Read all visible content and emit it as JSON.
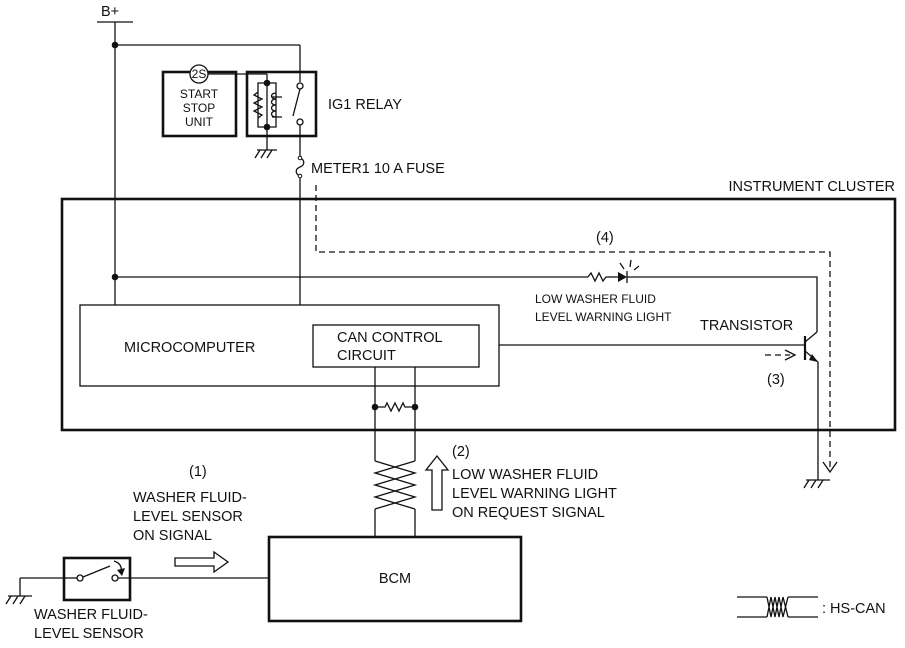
{
  "labels": {
    "bplus": "B+",
    "start_stop_badge": "2S",
    "start_stop_unit": [
      "START",
      "STOP",
      "UNIT"
    ],
    "ig1_relay": "IG1 RELAY",
    "meter_fuse": "METER1 10 A FUSE",
    "instrument_cluster": "INSTRUMENT CLUSTER",
    "step4": "(4)",
    "warning_light": [
      "LOW WASHER FLUID",
      "LEVEL WARNING LIGHT"
    ],
    "microcomputer": "MICROCOMPUTER",
    "can_control": [
      "CAN CONTROL",
      "CIRCUIT"
    ],
    "transistor": "TRANSISTOR",
    "step3": "(3)",
    "step2": "(2)",
    "request_signal": [
      "LOW WASHER FLUID",
      "LEVEL WARNING LIGHT",
      "ON REQUEST SIGNAL"
    ],
    "step1": "(1)",
    "sensor_signal": [
      "WASHER FLUID-",
      "LEVEL SENSOR",
      "ON SIGNAL"
    ],
    "bcm": "BCM",
    "sensor": [
      "WASHER FLUID-",
      "LEVEL SENSOR"
    ],
    "legend": ": HS-CAN"
  }
}
